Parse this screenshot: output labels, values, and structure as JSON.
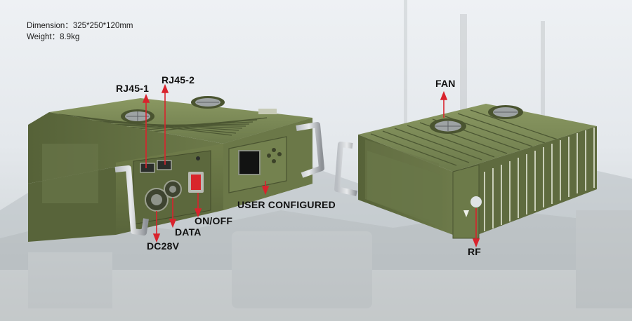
{
  "specs": {
    "dimension": "Dimension：325*250*120mm",
    "weight": "Weight：8.9kg"
  },
  "callouts": {
    "rj45_1": "RJ45-1",
    "rj45_2": "RJ45-2",
    "fan": "FAN",
    "user_configured": "USER CONFIGURED",
    "on_off": "ON/OFF",
    "data": "DATA",
    "dc28v": "DC28V",
    "rf": "RF"
  },
  "colors": {
    "arrow": "#d9232d",
    "chassis": "#6f7d4f",
    "chassis_dark": "#4f5a36",
    "switch": "#d8262c"
  }
}
